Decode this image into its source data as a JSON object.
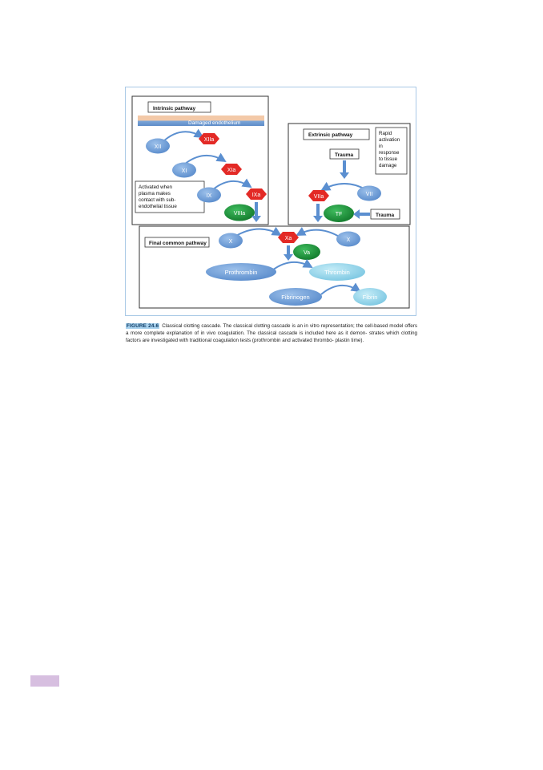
{
  "figure": {
    "intrinsic": {
      "title": "Intrinsic pathway",
      "endothelium": "Damaged endothelium",
      "note": [
        "Activated when",
        "plasma makes",
        "contact with sub-",
        "endothelial tissue"
      ],
      "factors": {
        "xii": "XII",
        "xiia": "XIIa",
        "xi": "XI",
        "xia": "XIa",
        "ix": "IX",
        "ixa": "IXa",
        "viiia": "VIIIa"
      }
    },
    "extrinsic": {
      "title": "Extrinsic pathway",
      "note": [
        "Rapid",
        "activation",
        "in",
        "response",
        "to tissue",
        "damage"
      ],
      "trauma_top": "Trauma",
      "trauma_side": "Trauma",
      "factors": {
        "viia": "VIIa",
        "vii": "VII",
        "tf": "TF"
      }
    },
    "common": {
      "title": "Final common pathway",
      "factors": {
        "x_left": "X",
        "xa": "Xa",
        "x_right": "X",
        "va": "Va",
        "prothrombin": "Prothrombin",
        "thrombin": "Thrombin",
        "fibrinogen": "Fibrinogen",
        "fibrin": "Fibrin"
      }
    },
    "colors": {
      "inactive_factor": "#6e9fd6",
      "active_factor": "#e32a26",
      "cofactor": "#1f9a3c",
      "product": "#8fd0e8",
      "arrow": "#5b8fd0"
    }
  },
  "caption": {
    "label": "FIGURE 24.6",
    "lines": [
      "Classical clotting cascade. The classical clotting cascade is an in vitro representation; the cell-based",
      "model offers a more complete explanation of in vivo coagulation. The classical cascade is included here as it demon-",
      "strates which clotting factors are investigated with traditional coagulation tests (prothrombin and activated thrombo-",
      "plastin time)."
    ]
  }
}
